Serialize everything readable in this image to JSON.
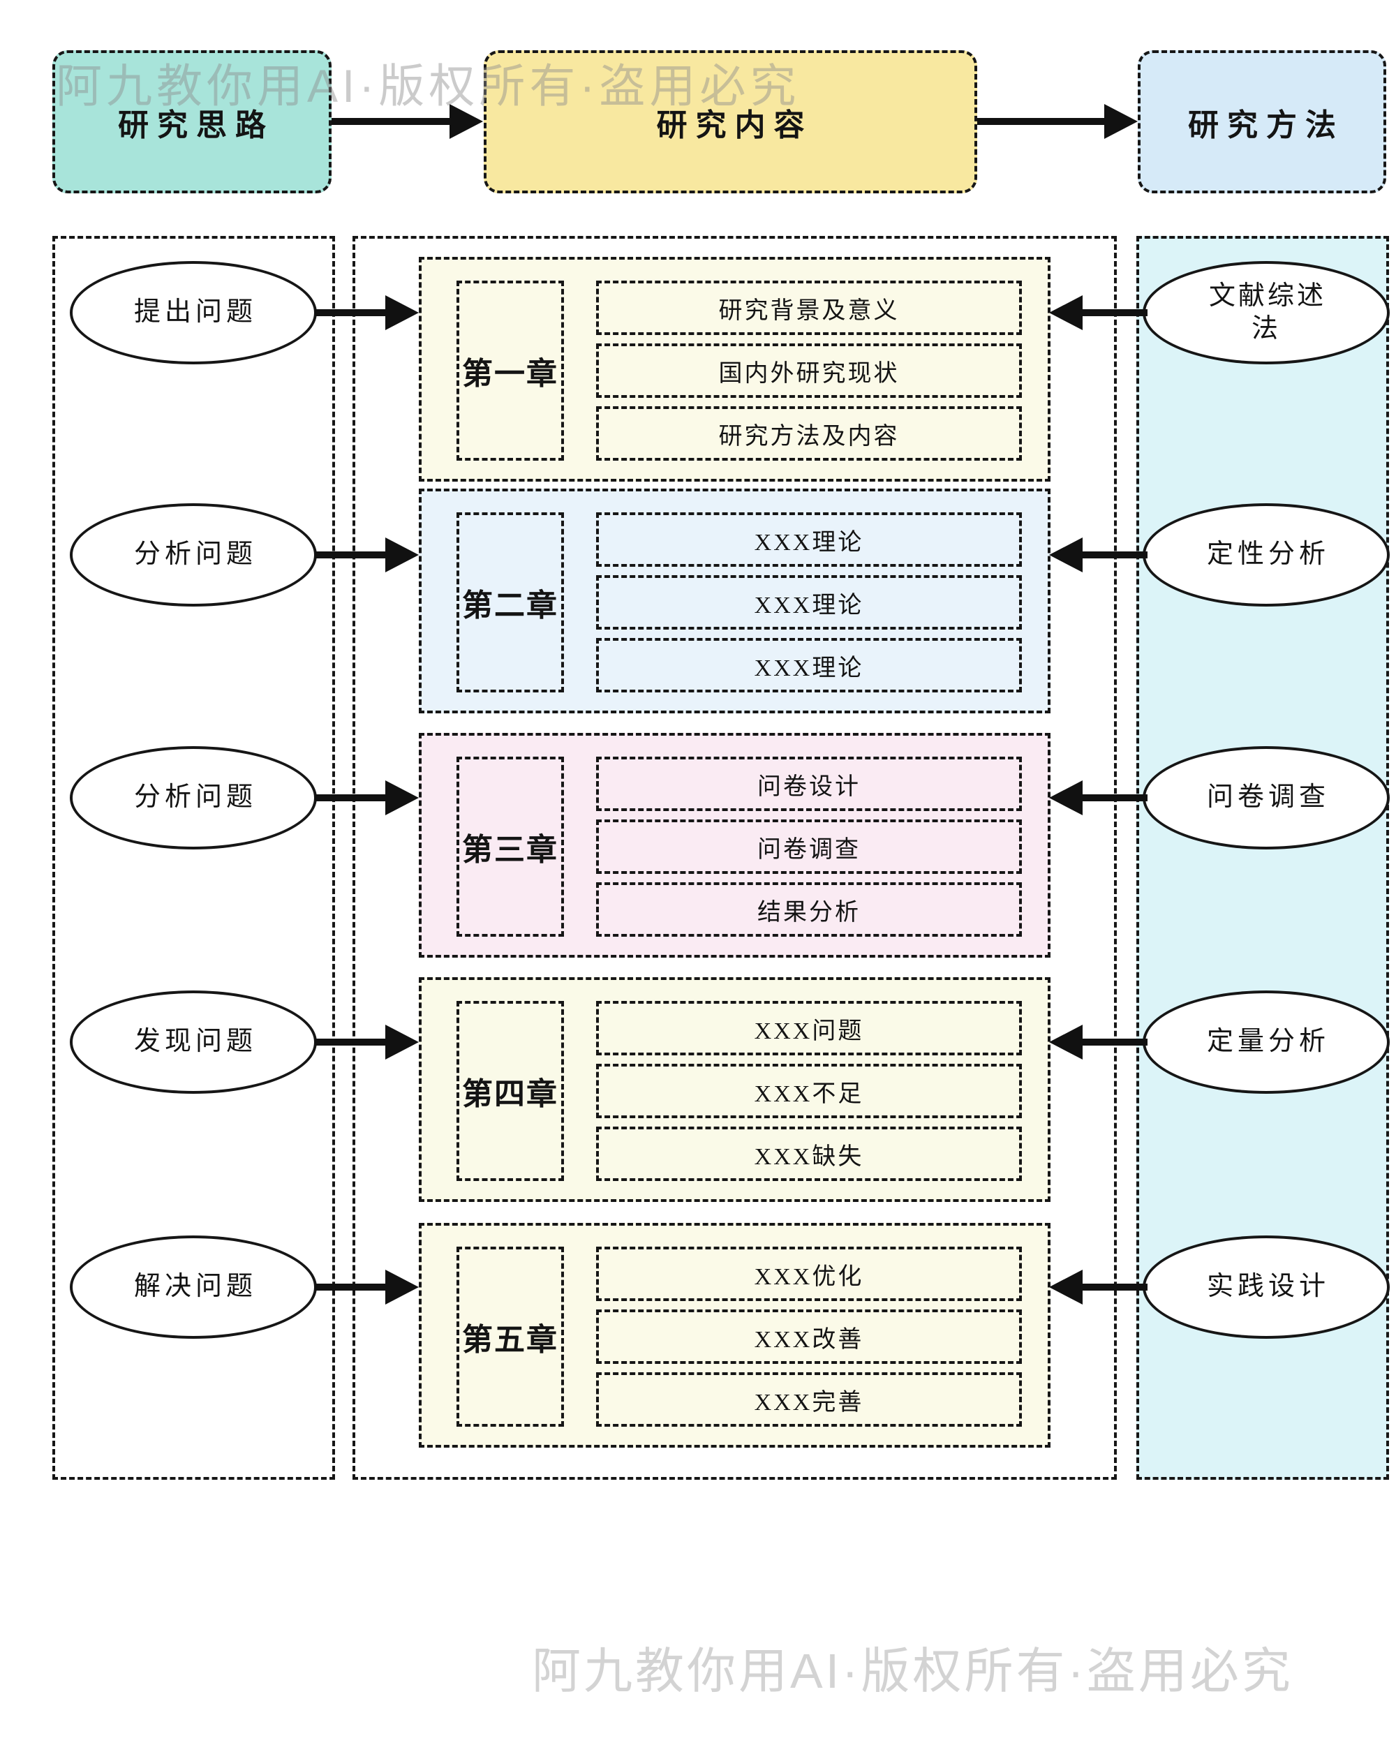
{
  "watermarks": {
    "top": "阿九教你用AI·版权所有·盗用必究",
    "bottom": "阿九教你用AI·版权所有·盗用必究",
    "color": "#8c8c8c"
  },
  "header": {
    "left": {
      "label": "研究思路",
      "color": "#A8E4DA"
    },
    "center": {
      "label": "研究内容",
      "color": "#F8E8A0"
    },
    "right": {
      "label": "研究方法",
      "color": "#D6EAF8"
    }
  },
  "process_column": {
    "items": [
      "提出问题",
      "分析问题",
      "分析问题",
      "发现问题",
      "解决问题"
    ]
  },
  "chapters": [
    {
      "title": "第一章",
      "color": "#FBFAE8",
      "rows": [
        "研究背景及意义",
        "国内外研究现状",
        "研究方法及内容"
      ]
    },
    {
      "title": "第二章",
      "color": "#E9F3FB",
      "rows": [
        "XXX理论",
        "XXX理论",
        "XXX理论"
      ]
    },
    {
      "title": "第三章",
      "color": "#FAEBF3",
      "rows": [
        "问卷设计",
        "问卷调查",
        "结果分析"
      ]
    },
    {
      "title": "第四章",
      "color": "#FAFAE8",
      "rows": [
        "XXX问题",
        "XXX不足",
        "XXX缺失"
      ]
    },
    {
      "title": "第五章",
      "color": "#FBFAE8",
      "rows": [
        "XXX优化",
        "XXX改善",
        "XXX完善"
      ]
    }
  ],
  "methods_column": {
    "panel_color": "#DCF4F8",
    "items": [
      "文献综述法",
      "定性分析",
      "问卷调查",
      "定量分析",
      "实践设计"
    ]
  }
}
